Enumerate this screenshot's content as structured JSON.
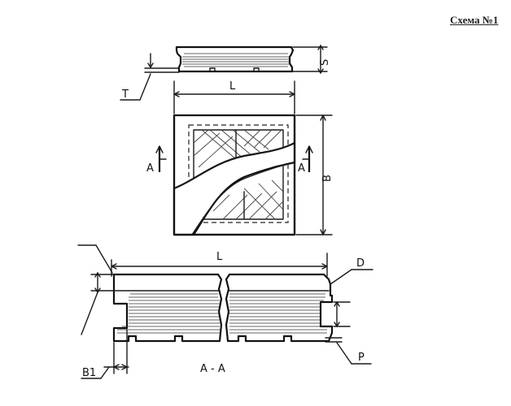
{
  "header": {
    "title": "Схема №1"
  },
  "labels": {
    "top_S": "S",
    "top_T": "T",
    "plan_L": "L",
    "plan_B": "B",
    "section_left_A": "A",
    "section_right_A": "A",
    "side_L": "L",
    "side_D": "D",
    "side_P": "P",
    "side_B1": "B1",
    "section_name": "A - A"
  }
}
